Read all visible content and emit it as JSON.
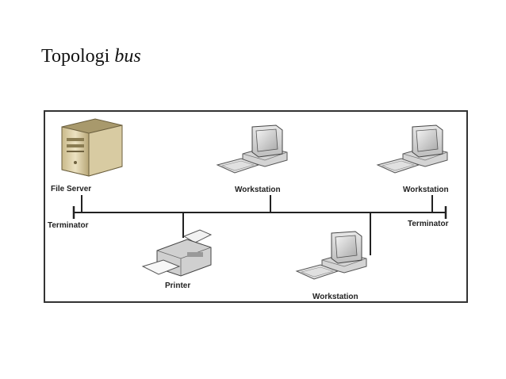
{
  "slide": {
    "title_main": "Topologi",
    "title_italic": "bus"
  },
  "diagram": {
    "labels": {
      "file_server": "File Server",
      "workstation_1": "Workstation",
      "workstation_2": "Workstation",
      "workstation_3": "Workstation",
      "printer": "Printer",
      "terminator_left": "Terminator",
      "terminator_right": "Terminator"
    }
  }
}
